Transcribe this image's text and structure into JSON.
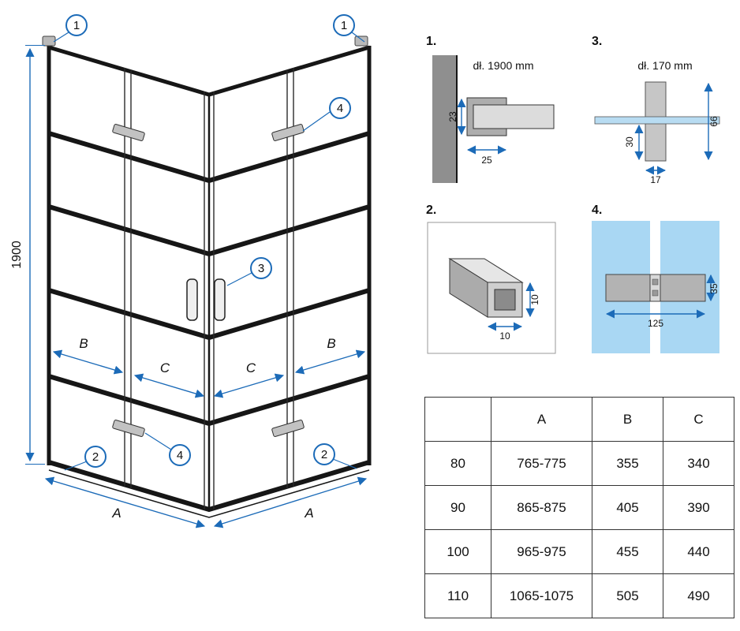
{
  "colors": {
    "accent": "#1c6bb8",
    "glass_blue": "#a9d7f3",
    "wall_gray": "#8f8f8f",
    "profile_gray": "#c2c2c2"
  },
  "main": {
    "height_dim": "1900",
    "callouts": {
      "c1": "1",
      "c2": "2",
      "c3": "3",
      "c4": "4"
    },
    "dims": {
      "a": "A",
      "b": "B",
      "c": "C"
    }
  },
  "details": {
    "d1": {
      "num": "1.",
      "title": "dł. 1900 mm",
      "dim_depth": "23",
      "dim_width": "25"
    },
    "d2": {
      "num": "2.",
      "dim_h": "10",
      "dim_w": "10"
    },
    "d3": {
      "num": "3.",
      "title": "dł. 170 mm",
      "dim_inner": "30",
      "dim_w": "17",
      "dim_h": "66"
    },
    "d4": {
      "num": "4.",
      "dim_len": "125",
      "dim_h": "35"
    }
  },
  "table": {
    "headers": [
      "",
      "A",
      "B",
      "C"
    ],
    "rows": [
      [
        "80",
        "765-775",
        "355",
        "340"
      ],
      [
        "90",
        "865-875",
        "405",
        "390"
      ],
      [
        "100",
        "965-975",
        "455",
        "440"
      ],
      [
        "110",
        "1065-1075",
        "505",
        "490"
      ]
    ]
  }
}
